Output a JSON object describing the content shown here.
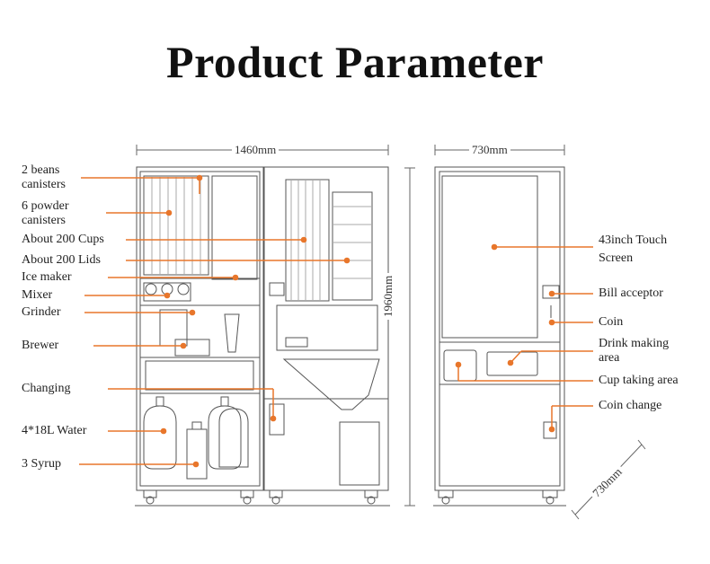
{
  "title": "Product Parameter",
  "dimensions": {
    "width": "1460mm",
    "depth": "730mm",
    "height": "1960mm",
    "side_depth": "730mm"
  },
  "left_labels": {
    "beans": [
      "2 beans",
      "canisters"
    ],
    "powder": [
      "6 powder",
      "canisters"
    ],
    "cups": "About 200 Cups",
    "lids": "About 200 Lids",
    "ice_maker": "Ice maker",
    "mixer": "Mixer",
    "grinder": "Grinder",
    "brewer": "Brewer",
    "changing": "Changing",
    "water": "4*18L Water",
    "syrup": "3 Syrup"
  },
  "right_labels": {
    "touch_screen": [
      "43inch Touch",
      "Screen"
    ],
    "bill_acceptor": "Bill acceptor",
    "coin": "Coin",
    "drink_area": [
      "Drink making",
      "area"
    ],
    "cup_taking": "Cup taking area",
    "coin_change": "Coin change"
  },
  "colors": {
    "callout": "#e8762b",
    "line": "#555555"
  }
}
